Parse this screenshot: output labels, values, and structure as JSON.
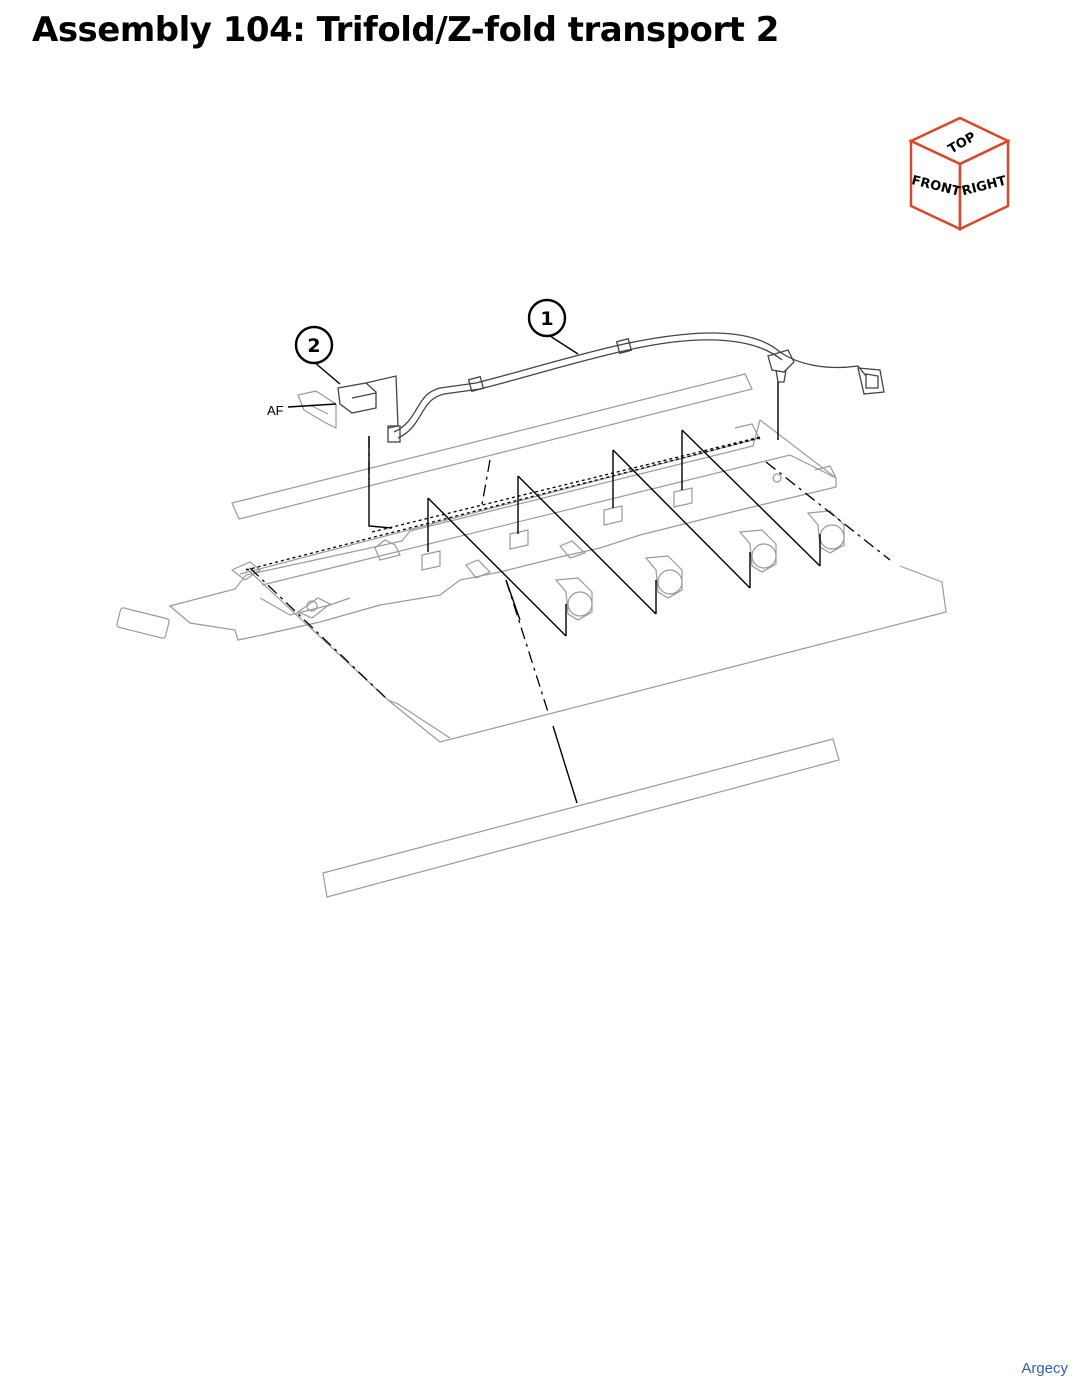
{
  "title": "Assembly 104: Trifold/Z-fold transport 2",
  "orientation_cube": {
    "top": "TOP",
    "front": "FRONT",
    "right": "RIGHT",
    "edge_color": "#d9472b"
  },
  "callouts": [
    {
      "number": "1"
    },
    {
      "number": "2"
    }
  ],
  "af_label": "AF",
  "footer": "Argecy"
}
